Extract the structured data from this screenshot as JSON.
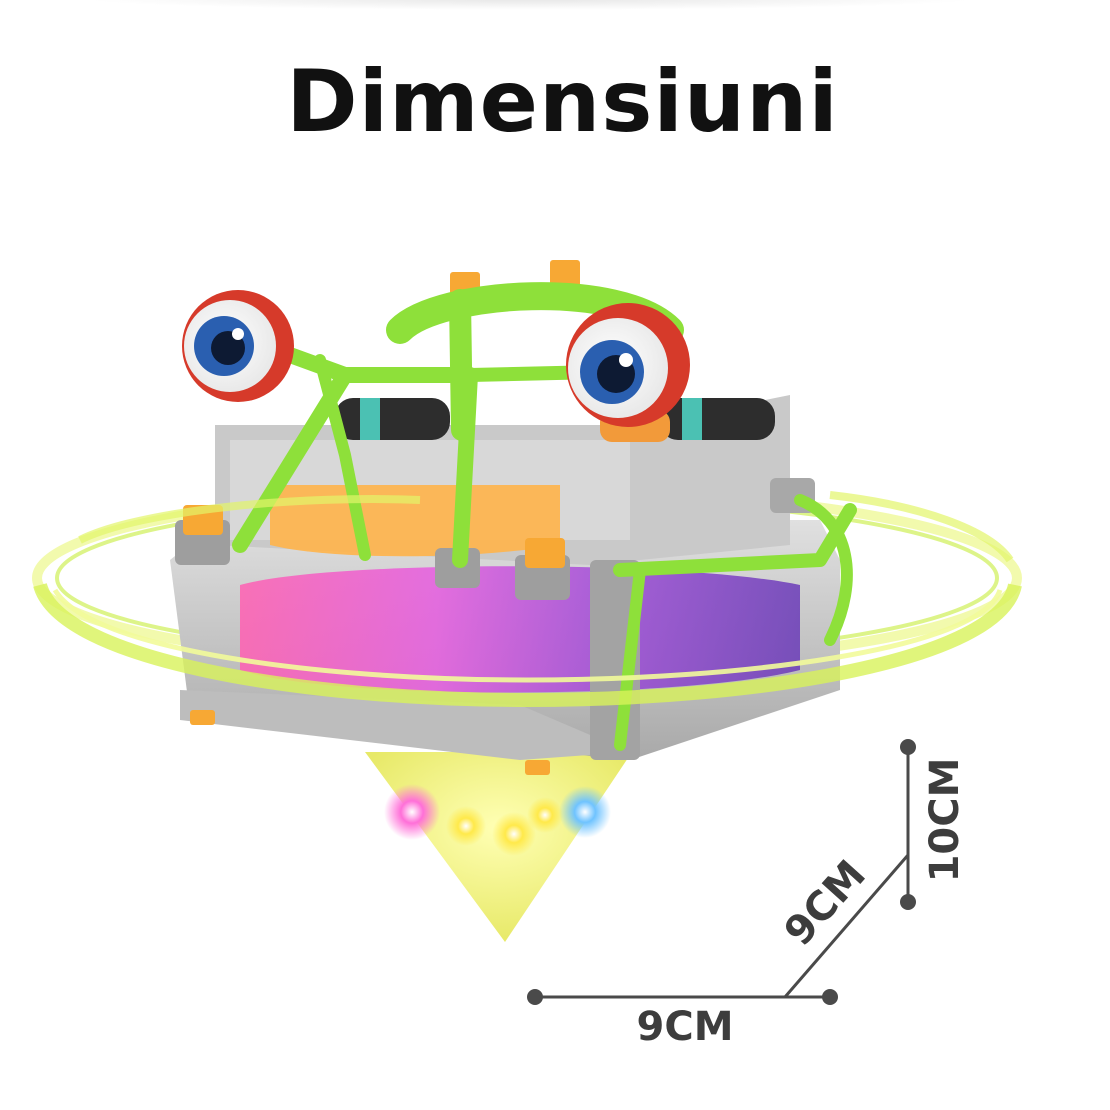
{
  "title": "Dimensiuni",
  "dimensions": {
    "width_label": "9CM",
    "depth_label": "9CM",
    "height_label": "10CM"
  },
  "colors": {
    "title": "#111111",
    "dimension_lines": "#4a4a4a",
    "toy_frame_green": "#8ee03a",
    "toy_body_gray": "#bdbdbd",
    "toy_accent_orange": "#f7a834",
    "eye_red": "#d63a2a",
    "eye_blue": "#2a5fb0",
    "glow_ring": "#d8f25a",
    "cone_light": "#f4f08a"
  }
}
